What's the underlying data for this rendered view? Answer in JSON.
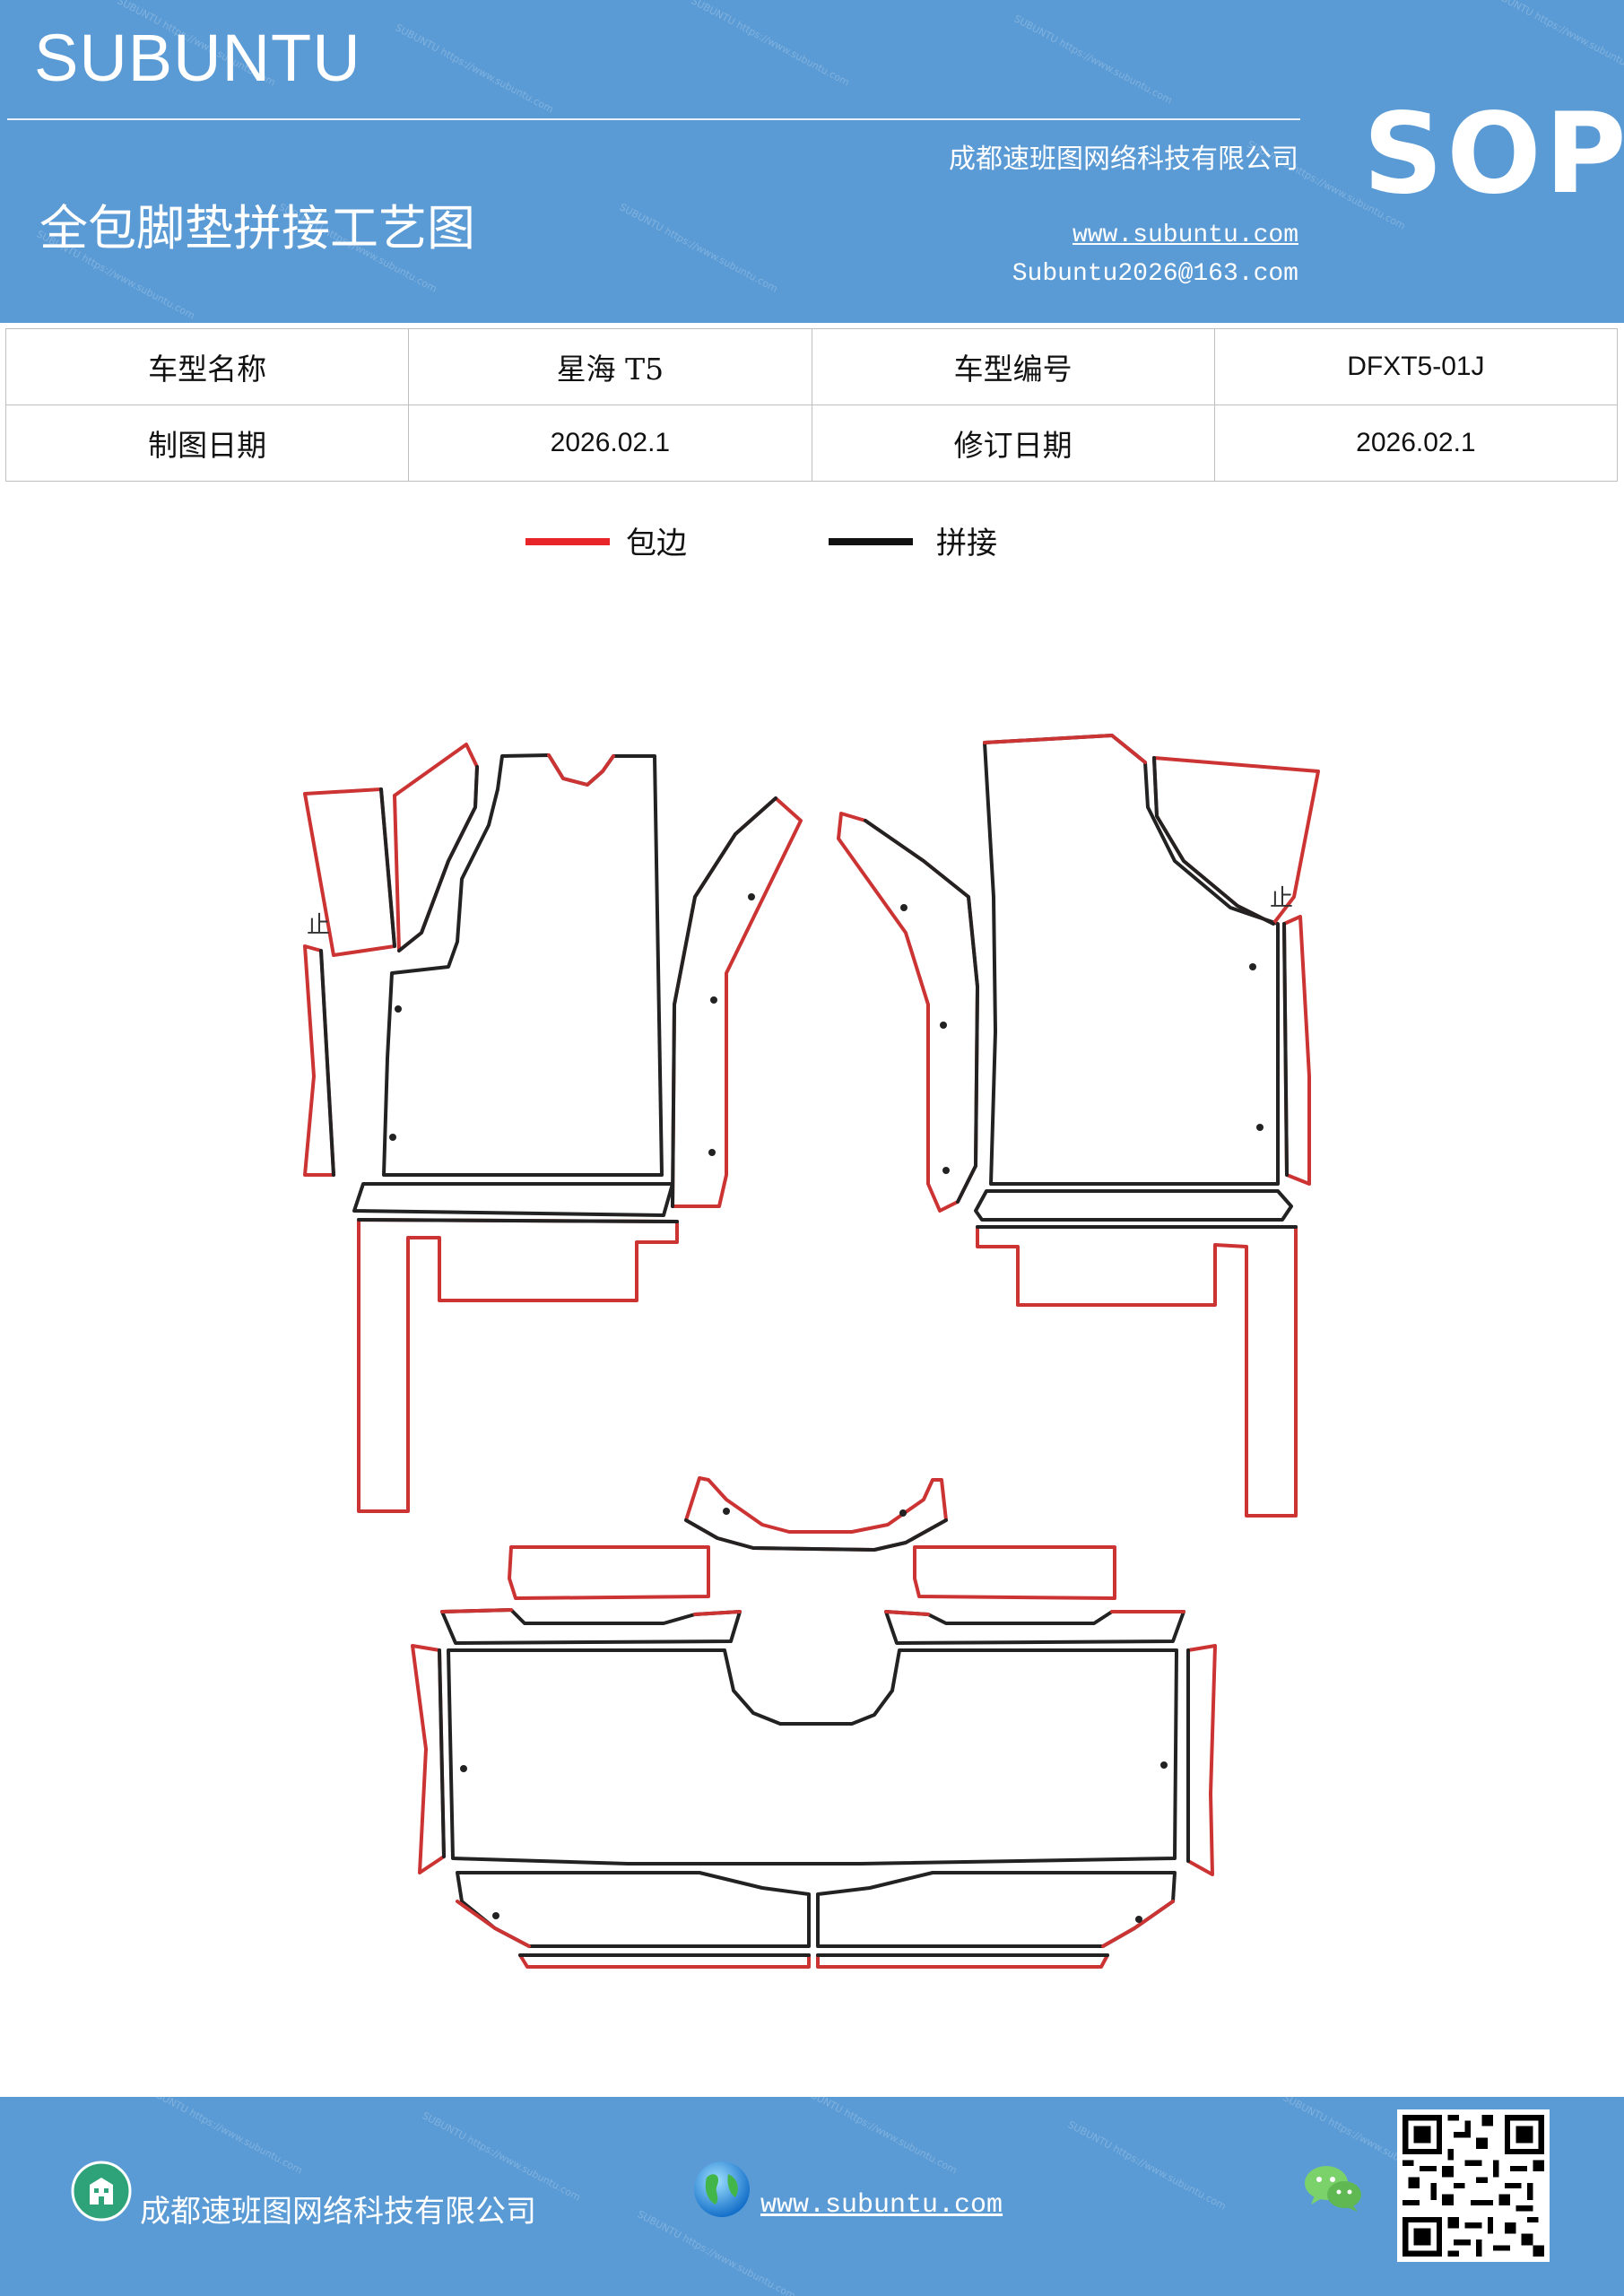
{
  "header": {
    "brand": "SUBUNTU",
    "title": "全包脚垫拼接工艺图",
    "company": "成都速班图网络科技有限公司",
    "website": "www.subuntu.com",
    "email": "Subuntu2026@163.com",
    "badge": "SOP"
  },
  "info_table": {
    "rows": [
      [
        "车型名称",
        "星海 T5",
        "车型编号",
        "DFXT5-01J"
      ],
      [
        "制图日期",
        "2026.02.1",
        "修订日期",
        "2026.02.1"
      ]
    ]
  },
  "legend": {
    "items": [
      {
        "label": "包边",
        "color": "#e8262a"
      },
      {
        "label": "拼接",
        "color": "#111111"
      }
    ]
  },
  "diagram": {
    "stop_mark": "止",
    "colors": {
      "edge": "#cc3333",
      "seam": "#222222"
    }
  },
  "footer": {
    "company": "成都速班图网络科技有限公司",
    "website": "www.subuntu.com",
    "icons": [
      "building-icon",
      "globe-icon",
      "wechat-icon",
      "qr-code"
    ]
  },
  "colors": {
    "brand_blue": "#5b9bd5"
  }
}
